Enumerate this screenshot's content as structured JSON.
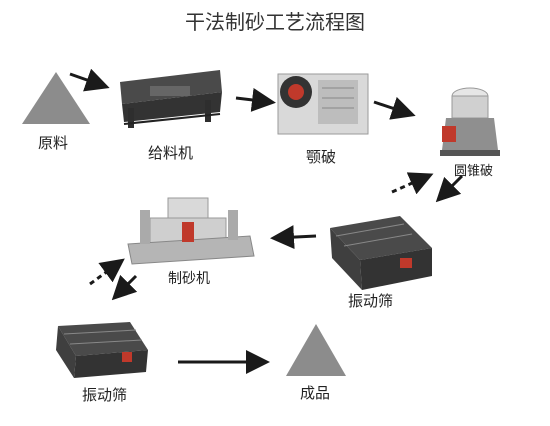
{
  "diagram": {
    "title": "干法制砂工艺流程图",
    "stages": {
      "raw": "原料",
      "feeder": "给料机",
      "jaw": "颚破",
      "cone": "圆锥破",
      "screen1": "振动筛",
      "sandmaker": "制砂机",
      "screen2": "振动筛",
      "product": "成品"
    },
    "colors": {
      "triangle": "#8c8c8c",
      "machine_dark": "#3a3a3a",
      "machine_light": "#d9d9d9",
      "accent_red": "#c0392b",
      "arrow": "#1a1a1a"
    }
  }
}
